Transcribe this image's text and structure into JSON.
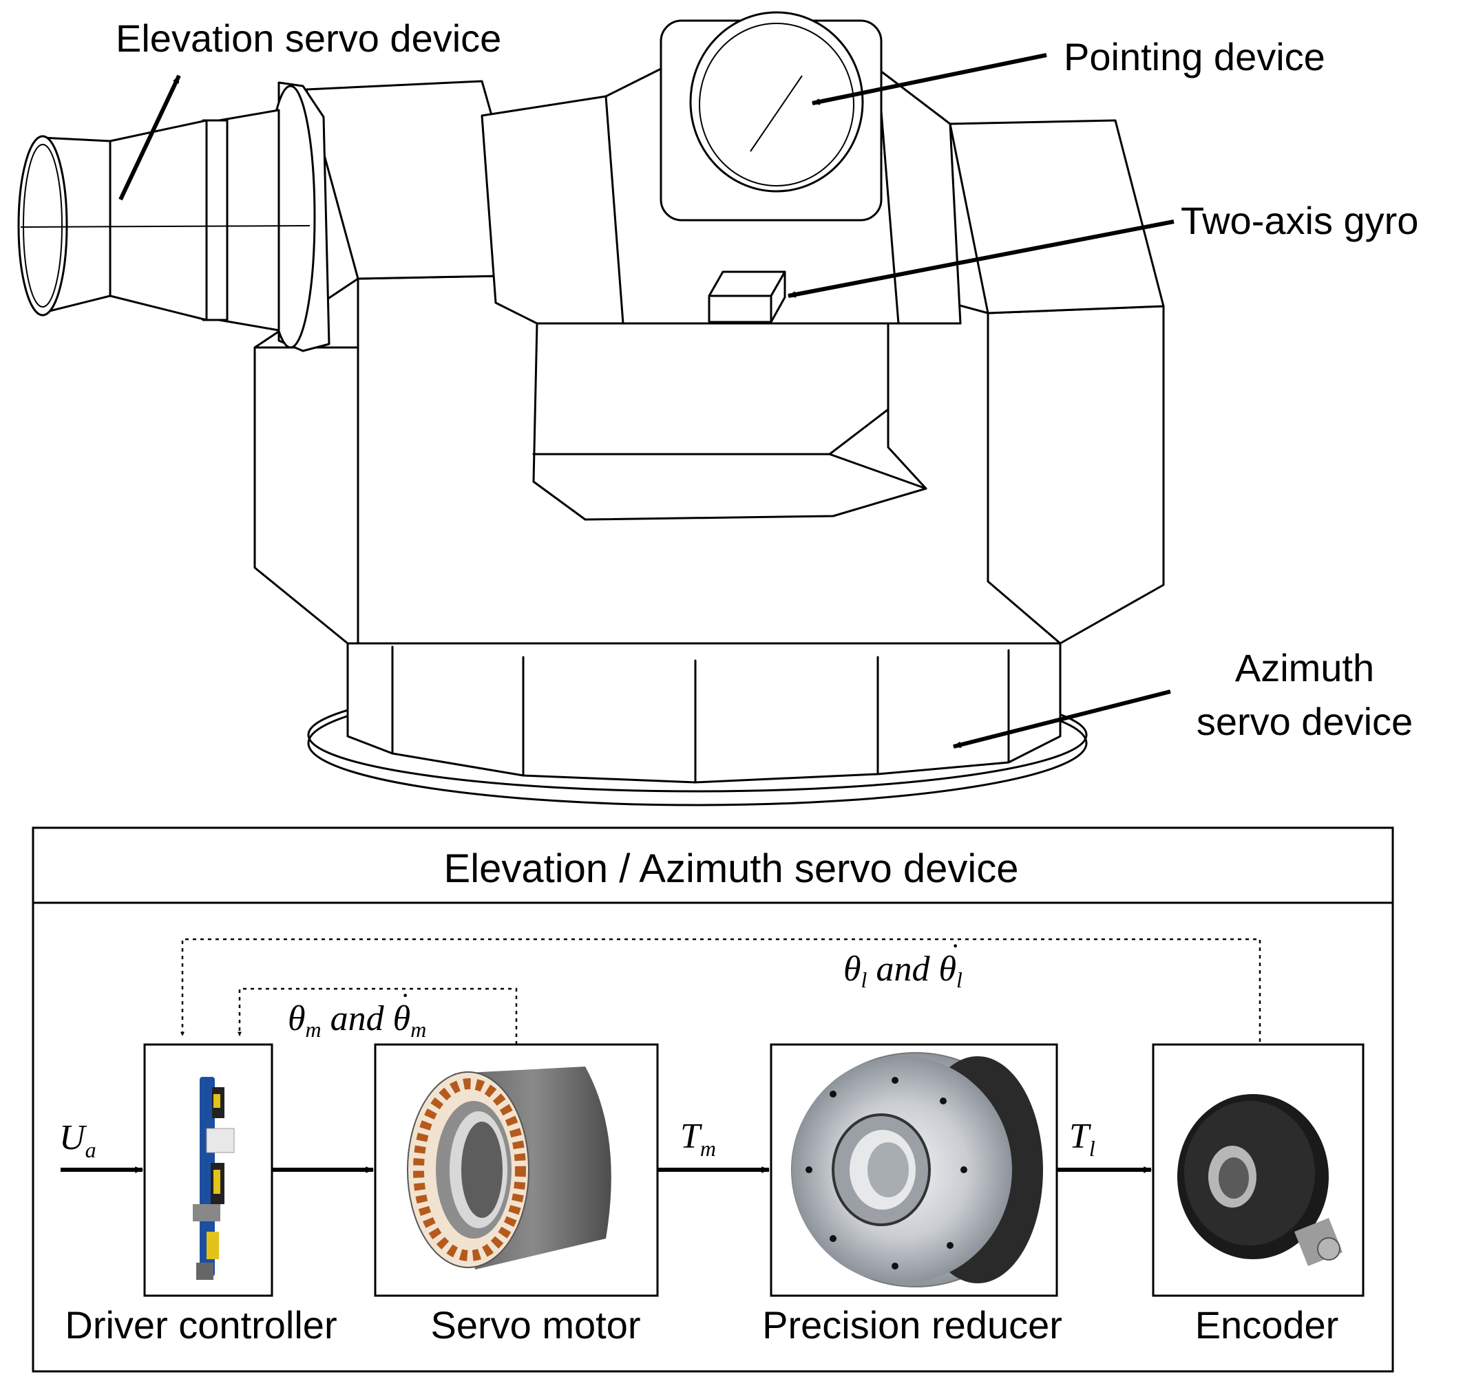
{
  "labels": {
    "elevation_servo": "Elevation servo device",
    "pointing": "Pointing device",
    "gyro": "Two-axis gyro",
    "azimuth_line1": "Azimuth",
    "azimuth_line2": "servo device"
  },
  "block_diagram": {
    "title": "Elevation / Azimuth servo device",
    "components": {
      "driver": "Driver controller",
      "motor": "Servo motor",
      "reducer": "Precision reducer",
      "encoder": "Encoder"
    },
    "signals": {
      "input": {
        "sym": "U",
        "sub": "a"
      },
      "motor_torque": {
        "sym": "T",
        "sub": "m"
      },
      "load_torque": {
        "sym": "T",
        "sub": "l"
      },
      "motor_feedback": {
        "sym": "θ",
        "sub": "m",
        "mid": " and "
      },
      "load_feedback": {
        "sym": "θ",
        "sub": "l",
        "mid": "  and "
      }
    }
  }
}
